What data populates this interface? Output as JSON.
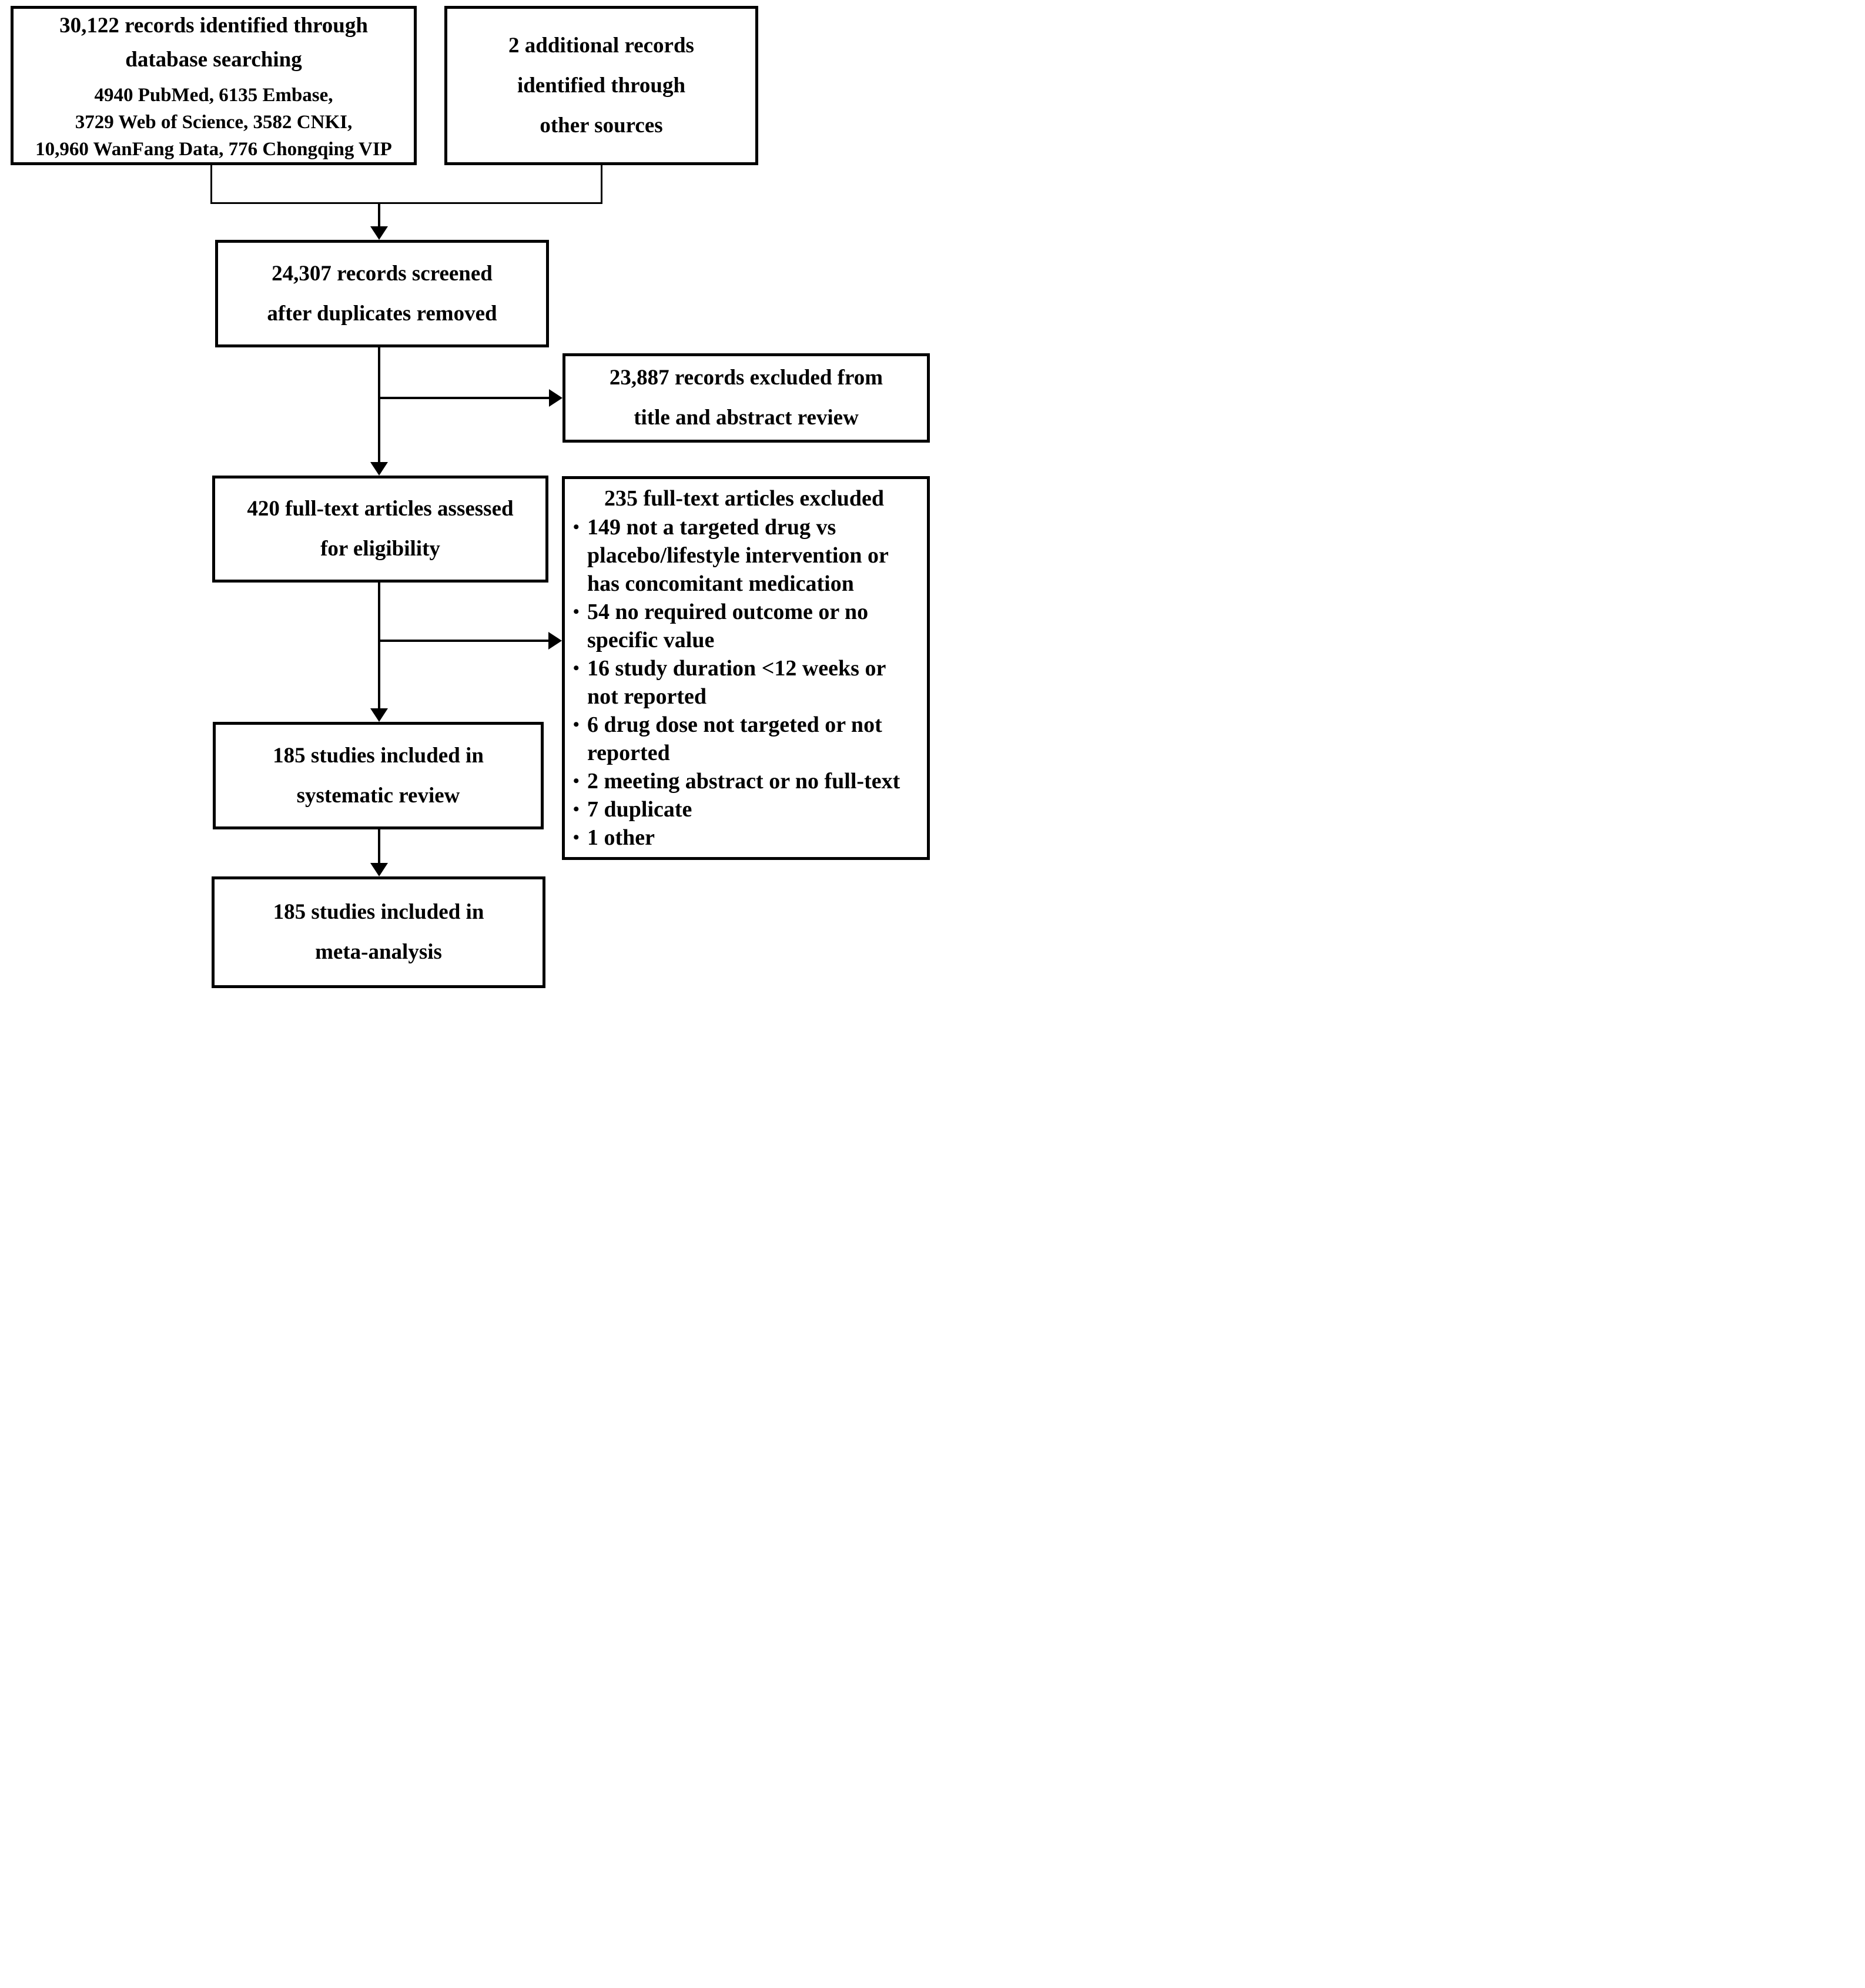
{
  "figure": {
    "background_color": "#ffffff",
    "ink_color": "#000000",
    "bullet_char": "•"
  },
  "boxes": {
    "identified": {
      "title_line1": "30,122 records identified through",
      "title_line2": "database searching",
      "details": [
        "4940 PubMed, 6135 Embase,",
        "3729 Web of Science, 3582 CNKI,",
        "10,960 WanFang Data, 776 Chongqing VIP"
      ]
    },
    "additional": {
      "lines": [
        "2 additional records",
        "identified through",
        "other sources"
      ]
    },
    "screened": {
      "lines": [
        "24,307 records screened",
        "after duplicates removed"
      ]
    },
    "excluded_screening": {
      "lines": [
        "23,887 records excluded from",
        "title and abstract review"
      ]
    },
    "assessed": {
      "lines": [
        "420 full-text articles assessed",
        "for eligibility"
      ]
    },
    "excluded_fulltext": {
      "title": "235 full-text articles excluded",
      "reasons": [
        "149 not a targeted drug vs placebo/lifestyle intervention or has concomitant medication",
        "54 no required outcome or no specific value",
        "16 study duration <12 weeks or not reported",
        "6 drug dose not targeted or not reported",
        "2 meeting abstract or no full-text",
        "7 duplicate",
        "1 other"
      ]
    },
    "systematic": {
      "lines": [
        "185 studies included in",
        "systematic review"
      ]
    },
    "meta": {
      "lines": [
        "185 studies included in",
        "meta-analysis"
      ]
    }
  }
}
